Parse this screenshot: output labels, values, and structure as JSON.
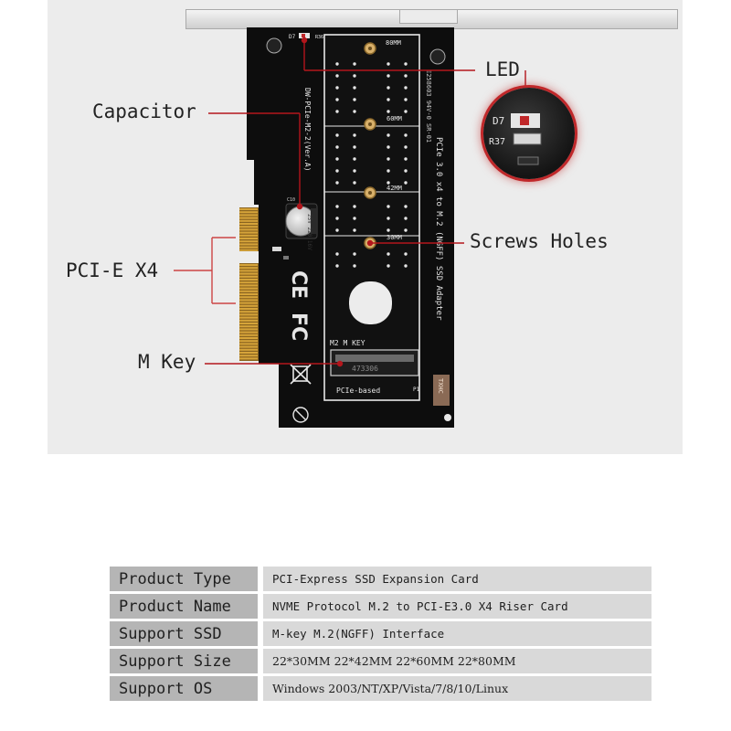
{
  "board": {
    "silk_80mm": "80MM",
    "silk_60mm": "60MM",
    "silk_42mm": "42MM",
    "silk_30mm": "30MM",
    "silk_model": "DW-PCIe-M2-2(Ver.A)",
    "silk_title": "PCIe 3.0 x4 to M.2 (NGFF) SSD Adapter",
    "silk_cert": "E258603 94V-0 SR-01",
    "silk_mkey": "M2 M KEY",
    "silk_pcie_based": "PCIe-based",
    "silk_p1": "P1",
    "silk_d7": "D7",
    "silk_r36": "R36",
    "silk_c10": "C10",
    "silk_brand": "TXHC",
    "cap_text": "25V 220 16V",
    "ce_mark": "CE",
    "fc_mark": "FC",
    "connector_code": "473306",
    "inset_d7": "D7",
    "inset_r37": "R37"
  },
  "callouts": {
    "led": "LED",
    "capacitor": "Capacitor",
    "pcie": "PCI-E X4",
    "screw_holes": "Screws Holes",
    "mkey": "M Key"
  },
  "specs": [
    {
      "key": "Product Type",
      "value": "PCI-Express SSD Expansion Card"
    },
    {
      "key": "Product Name",
      "value": "NVME Protocol M.2 to PCI-E3.0 X4 Riser Card"
    },
    {
      "key": "Support SSD",
      "value": "M-key M.2(NGFF) Interface"
    },
    {
      "key": "Support Size",
      "value": "22*30MM  22*42MM  22*60MM  22*80MM"
    },
    {
      "key": "Support OS",
      "value": "Windows 2003/NT/XP/Vista/7/8/10/Linux"
    }
  ],
  "colors": {
    "pcb": "#0d0d0d",
    "gold": "#d6a43a",
    "callout_line": "#b3161c",
    "table_key_bg": "#b5b5b5",
    "table_val_bg": "#d9d9d9"
  }
}
